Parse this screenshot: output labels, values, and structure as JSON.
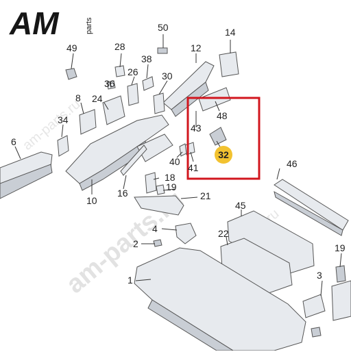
{
  "logo": {
    "brand_text": "AM",
    "sub_text": "parts"
  },
  "watermarks": {
    "main": "am-parts.ru",
    "small": "am-parts.ru"
  },
  "highlight": {
    "label": "32",
    "frame_color": "#d2161e",
    "badge_color": "#f2c230"
  },
  "callouts": [
    "50",
    "14",
    "49",
    "28",
    "12",
    "38",
    "36",
    "26",
    "30",
    "24",
    "8",
    "48",
    "34",
    "43",
    "32",
    "6",
    "46",
    "41",
    "40",
    "18",
    "10",
    "16",
    "19",
    "21",
    "45",
    "4",
    "22",
    "2",
    "19",
    "1",
    "3"
  ]
}
